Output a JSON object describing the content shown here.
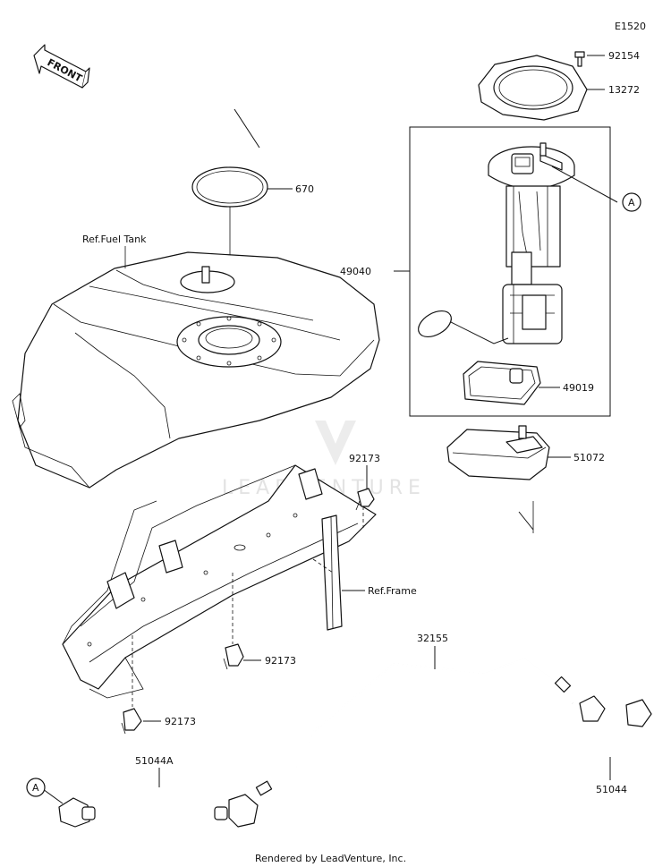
{
  "diagram": {
    "code": "E1520",
    "front_label": "FRONT",
    "watermark": "LEADVENTURE",
    "footer": "Rendered by LeadVenture, Inc.",
    "callout_a": "A",
    "parts": {
      "p92154": "92154",
      "p13272": "13272",
      "p670": "670",
      "ref_fuel_tank": "Ref.Fuel Tank",
      "p49040": "49040",
      "p49019": "49019",
      "p51072": "51072",
      "p92173_top": "92173",
      "ref_frame": "Ref.Frame",
      "p92173_mid": "92173",
      "p92173_low": "92173",
      "p32155": "32155",
      "p51044a": "51044A",
      "p51044": "51044"
    }
  }
}
